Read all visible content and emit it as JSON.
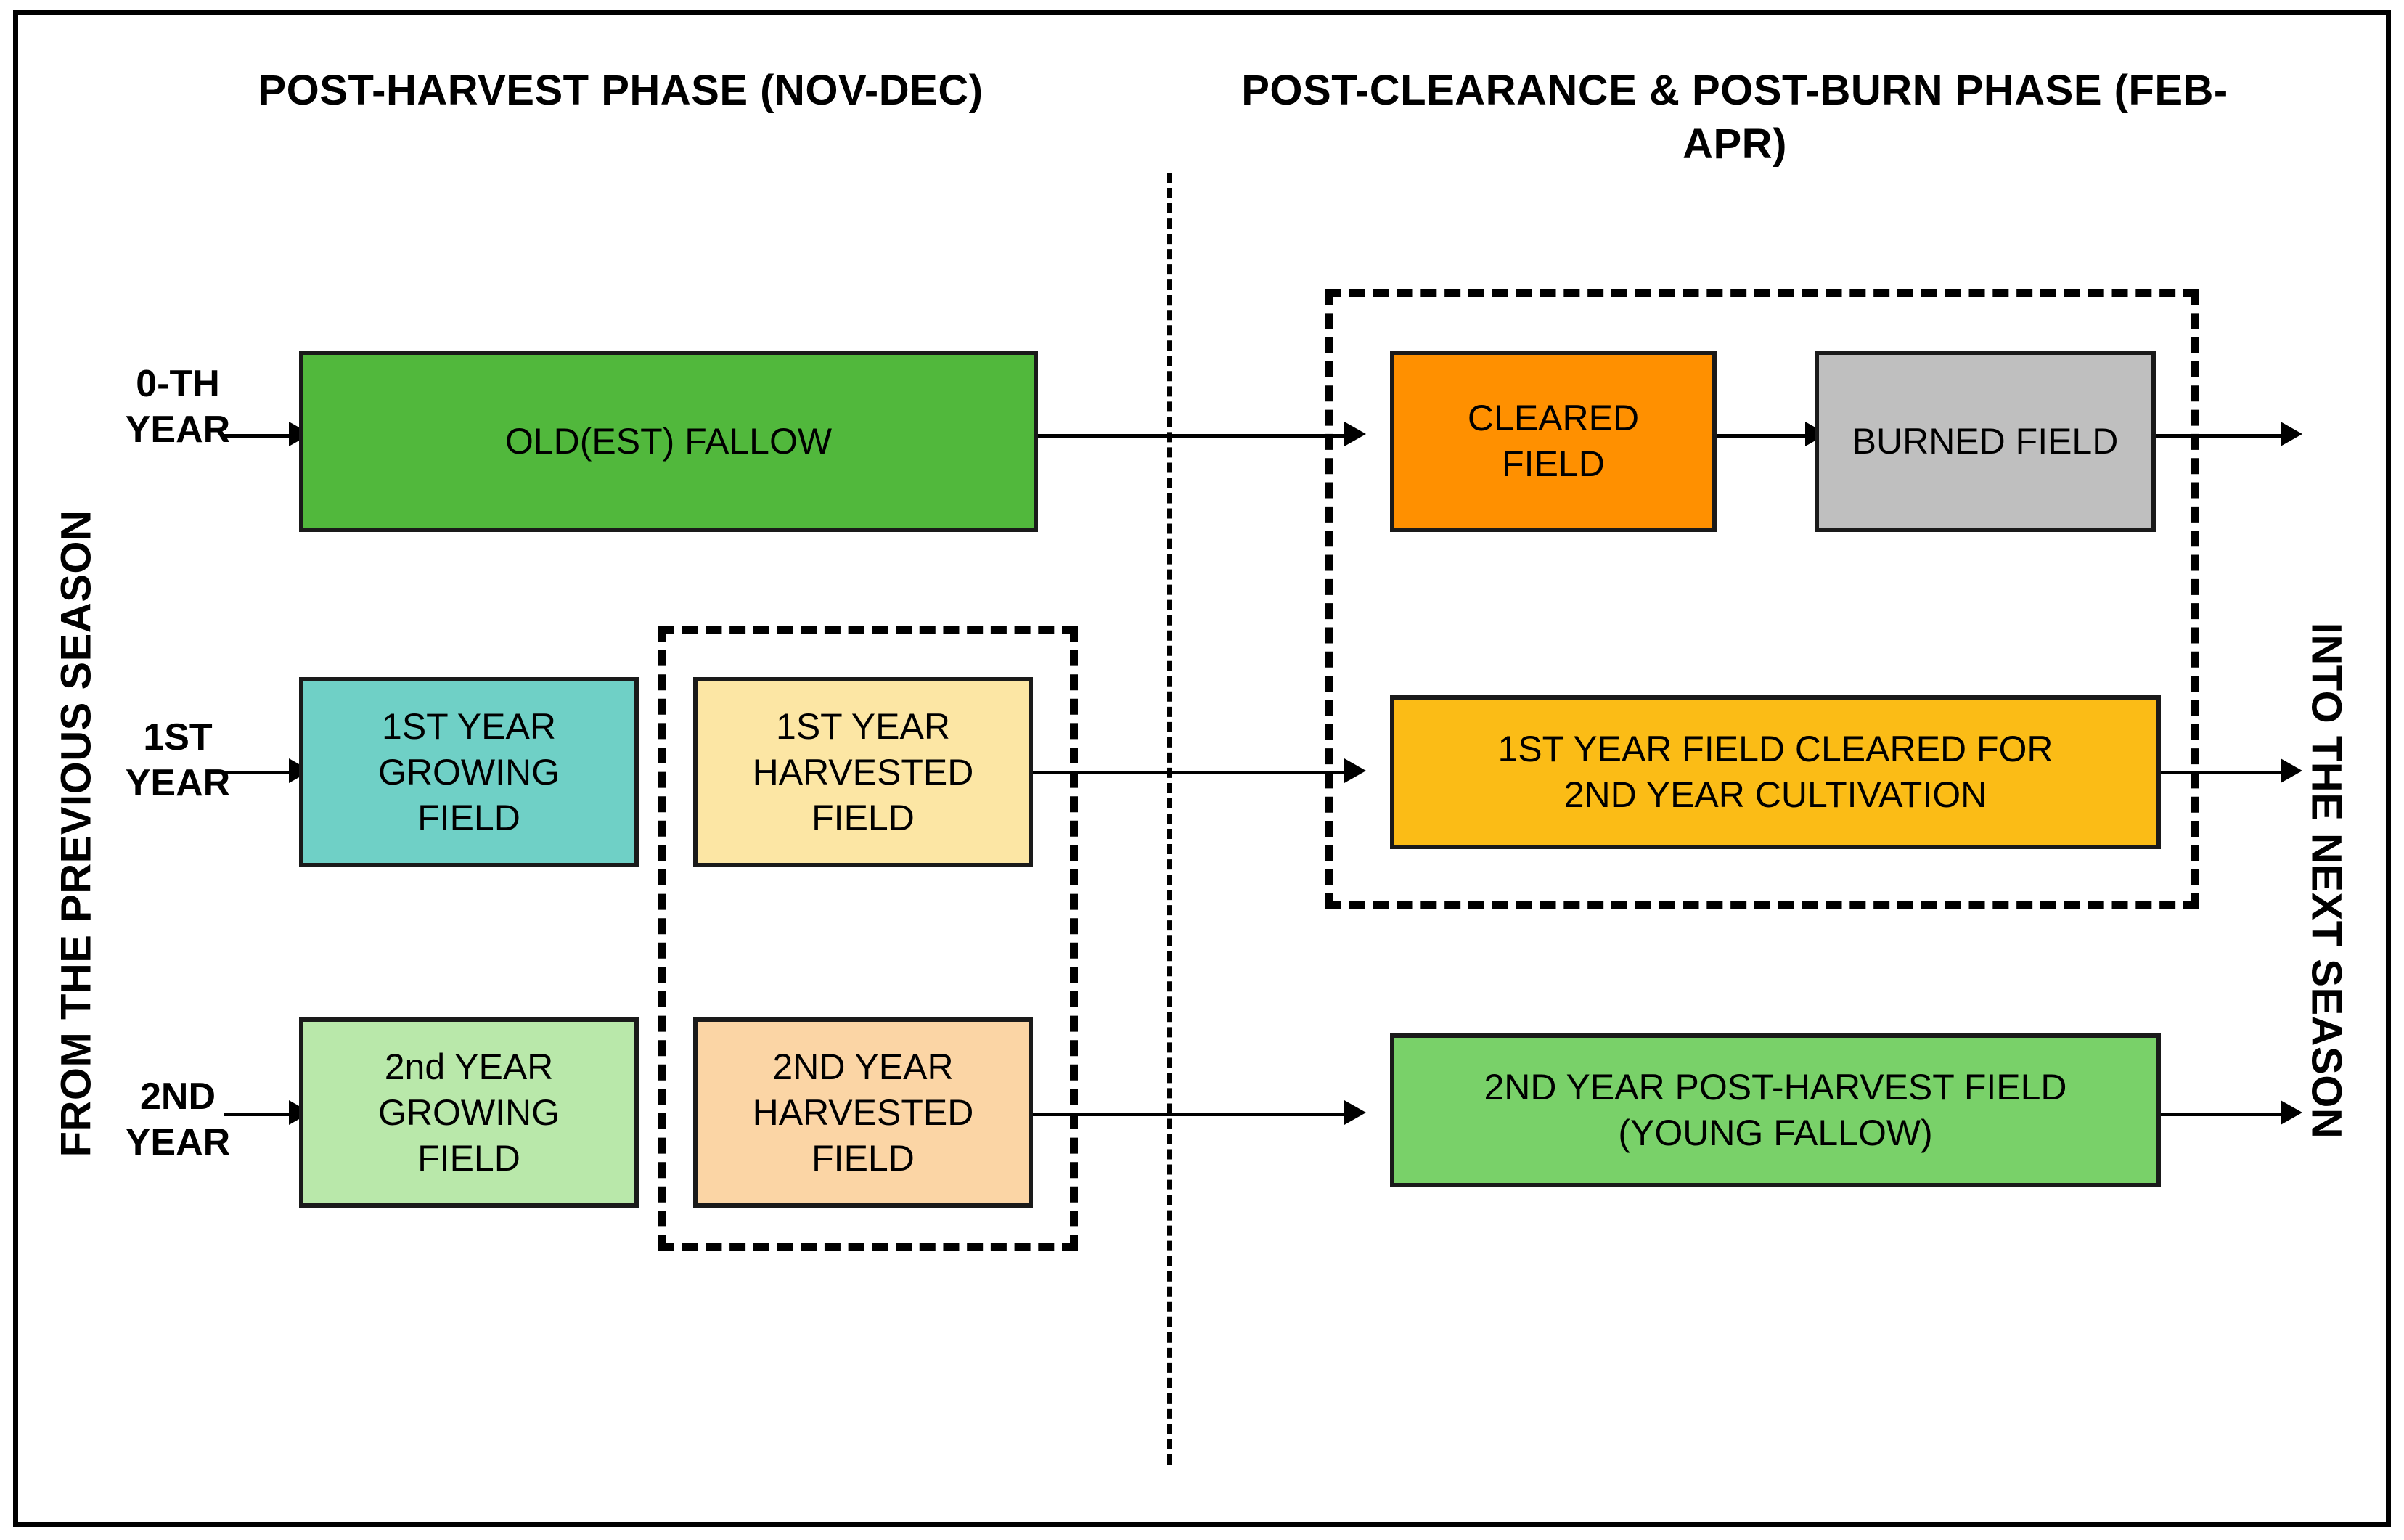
{
  "diagram": {
    "title_left": "POST-HARVEST PHASE\n(NOV-DEC)",
    "title_right": "POST-CLEARANCE & POST-BURN PHASE\n(FEB-APR)",
    "side_label_left": "FROM THE PREVIOUS SEASON",
    "side_label_right": "INTO THE NEXT SEASON"
  },
  "year_labels": [
    {
      "text": "0-TH\nYEAR"
    },
    {
      "text": "1ST\nYEAR"
    },
    {
      "text": "2ND\nYEAR"
    }
  ],
  "boxes": {
    "oldest_fallow": {
      "label": "OLD(EST) FALLOW",
      "color": "#51B83C"
    },
    "first_year_growing": {
      "label": "1ST YEAR\nGROWING\nFIELD",
      "color": "#6FD0C6"
    },
    "first_year_harvested": {
      "label": "1ST YEAR\nHARVESTED\nFIELD",
      "color": "#FCE6A4"
    },
    "second_year_growing": {
      "label": "2nd YEAR\nGROWING\nFIELD",
      "color": "#B9E8AA"
    },
    "second_year_harvested": {
      "label": "2ND YEAR\nHARVESTED\nFIELD",
      "color": "#FBD5A5"
    },
    "cleared_field": {
      "label": "CLEARED\nFIELD",
      "color": "#FF9000"
    },
    "burned_field": {
      "label": "BURNED FIELD",
      "color": "#BFBFBF"
    },
    "first_year_cleared": {
      "label": "1ST YEAR FIELD CLEARED FOR\n2ND YEAR CULTIVATION",
      "color": "#FBBC16"
    },
    "second_year_postharvest": {
      "label": "2ND YEAR POST-HARVEST FIELD\n(YOUNG FALLOW)",
      "color": "#79D169"
    }
  },
  "colors": {
    "stroke": "#000000",
    "frame": "#000000",
    "background": "#FFFFFF"
  }
}
